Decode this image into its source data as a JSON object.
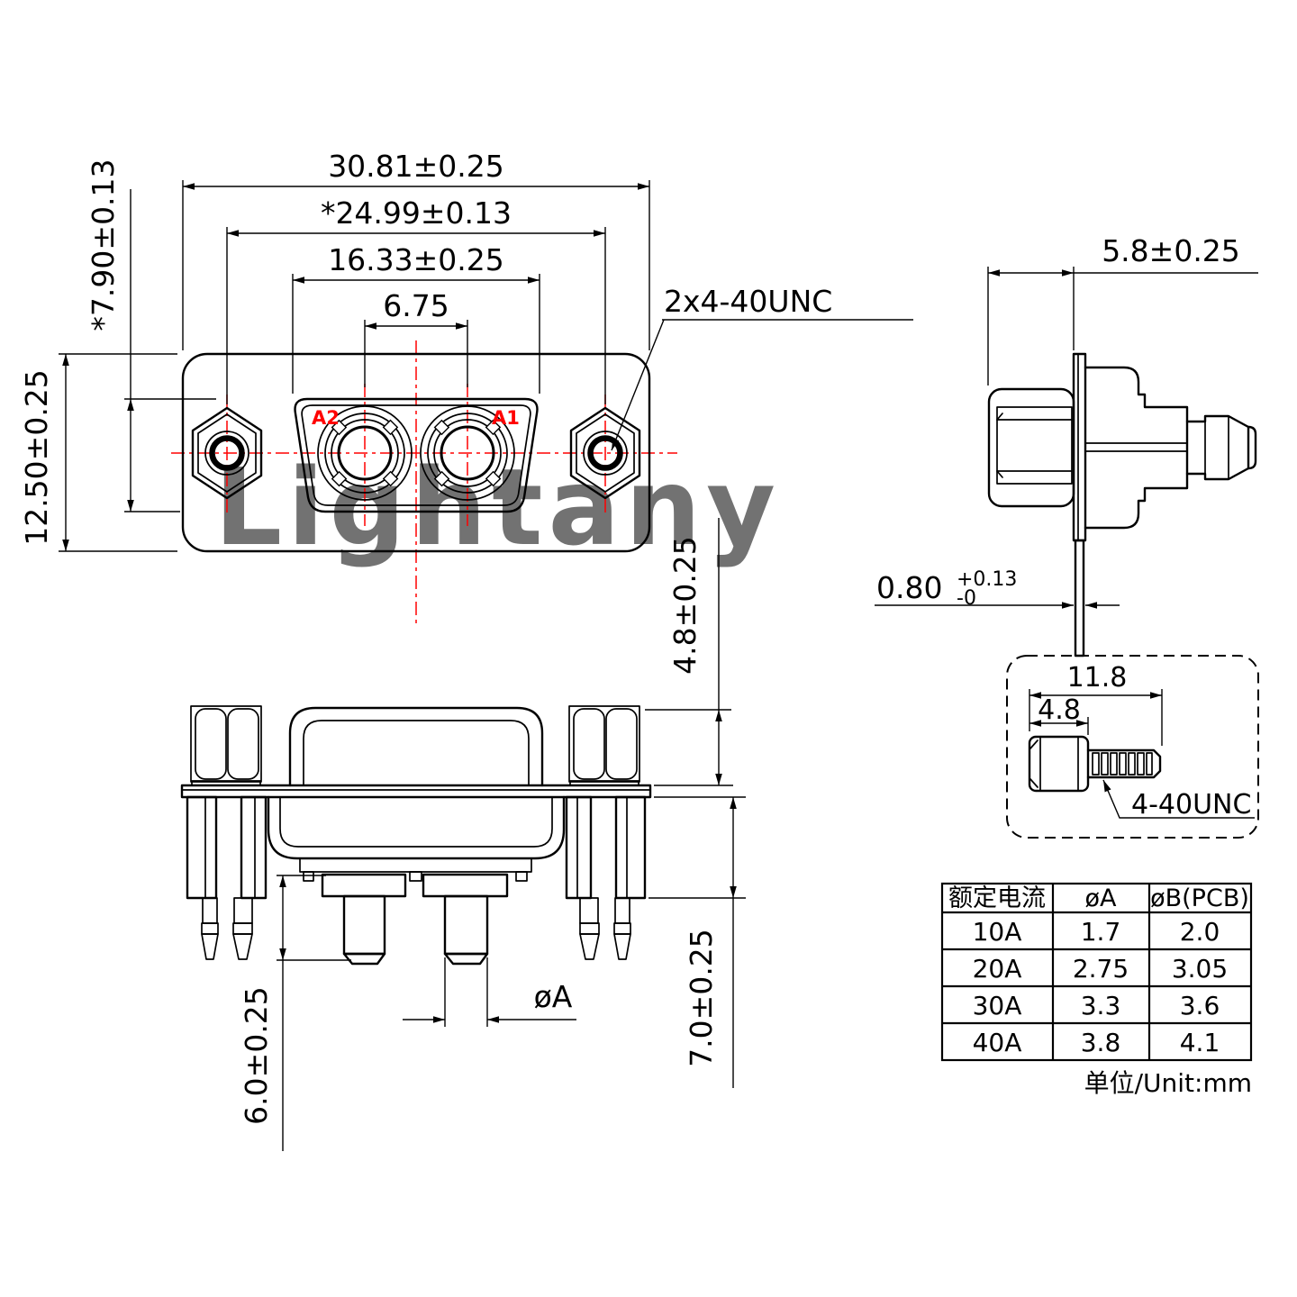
{
  "watermark": "Lightany",
  "colors": {
    "line": "#000000",
    "accent": "#ff0000",
    "watermark": "#f2b9bd"
  },
  "front_view": {
    "dim_width": "30.81±0.25",
    "dim_mount": "*24.99±0.13",
    "dim_insert_w": "16.33±0.25",
    "dim_pin_spacing": "6.75",
    "dim_height": "12.50±0.25",
    "dim_insert_h": "*7.90±0.13",
    "thread_note": "2x4-40UNC",
    "label_a1": "A1",
    "label_a2": "A2"
  },
  "side_view": {
    "dim_depth": "5.8±0.25",
    "dim_flange": "0.80",
    "tol_plus": "+0.13",
    "tol_minus": "-0"
  },
  "bottom_view": {
    "dim_standoff": "4.8±0.25",
    "dim_pin_len": "6.0±0.25",
    "dim_leg": "7.0±0.25",
    "dia_label": "øA"
  },
  "screw_detail": {
    "dim_total": "11.8",
    "dim_head": "4.8",
    "thread": "4-40UNC"
  },
  "table": {
    "headers": [
      "额定电流",
      "øA",
      "øB(PCB)"
    ],
    "rows": [
      [
        "10A",
        "1.7",
        "2.0"
      ],
      [
        "20A",
        "2.75",
        "3.05"
      ],
      [
        "30A",
        "3.3",
        "3.6"
      ],
      [
        "40A",
        "3.8",
        "4.1"
      ]
    ],
    "unit_note": "单位/Unit:mm"
  }
}
